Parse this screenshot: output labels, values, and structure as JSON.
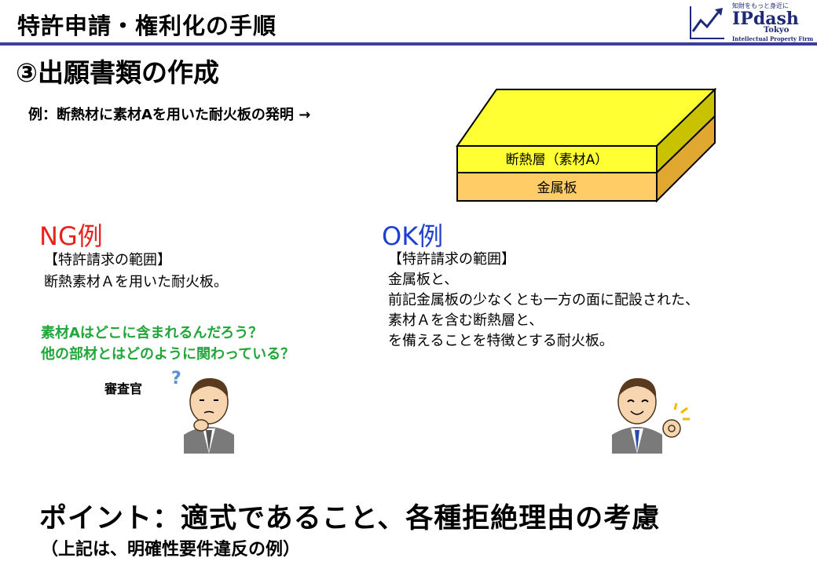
{
  "header": {
    "title": "特許申請・権利化の手順"
  },
  "logo": {
    "small_text": "知財をもっと身近に",
    "main_text": "IPdash",
    "city": "Tokyo",
    "firm": "Intellectual Property Firm",
    "icon": "chart-arrow-icon"
  },
  "section": {
    "title": "③出願書類の作成"
  },
  "example": {
    "text": "例：断熱材に素材Aを用いた耐火板の発明 →"
  },
  "diagram": {
    "top_layer_label": "断熱層（素材A）",
    "bottom_layer_label": "金属板",
    "colors": {
      "insulation": "#ffff33",
      "metal": "#ffcc66",
      "side_dark": "#c9c200",
      "side_metal": "#e0a830"
    }
  },
  "ng": {
    "title": "NG例",
    "claim_header": "【特許請求の範囲】",
    "claim_text": "断熱素材Ａを用いた耐火板。",
    "question_1": "素材Aはどこに含まれるんだろう？",
    "question_2": "他の部材とはどのように関わっている？",
    "examiner_label": "審査官",
    "question_mark": "?",
    "color": "#e8231f"
  },
  "ok": {
    "title": "OK例",
    "claim_header": "【特許請求の範囲】",
    "claim_lines": [
      "金属板と、",
      "前記金属板の少なくとも一方の面に配設された、",
      "素材Ａを含む断熱層と、",
      "を備えることを特徴とする耐火板。"
    ],
    "color": "#1f3fd0"
  },
  "point": {
    "text": "ポイント：適式であること、各種拒絶理由の考慮",
    "sub": "（上記は、明確性要件違反の例）"
  }
}
